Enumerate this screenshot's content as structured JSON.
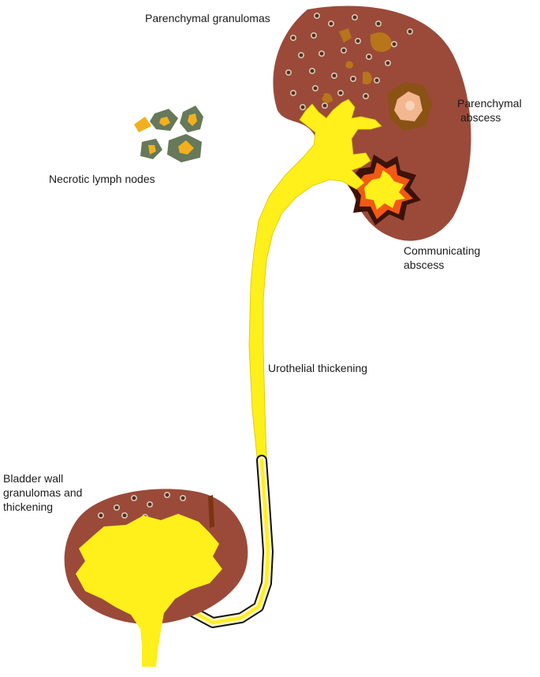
{
  "labels": {
    "parenchymal_granulomas": "Parenchymal granulomas",
    "parenchymal_abscess": [
      "Parenchymal",
      "abscess"
    ],
    "necrotic_lymph_nodes": "Necrotic lymph nodes",
    "communicating_abscess": [
      "Communicating",
      "abscess"
    ],
    "urothelial_thickening": "Urothelial thickening",
    "bladder_wall": [
      "Bladder wall",
      "granulomas and",
      "thickening"
    ]
  },
  "colors": {
    "organ_wall": "#9b4a3a",
    "urine_lumen": "#ffef1a",
    "granuloma_ring": "#c9c3a8",
    "caseous_area": "#b8751a",
    "abscess_core": "#f2b690",
    "abscess_rim": "#8a5214",
    "lymph_node": "#66795a",
    "lymph_necrosis": "#f2b01e",
    "outline": "#111111"
  }
}
